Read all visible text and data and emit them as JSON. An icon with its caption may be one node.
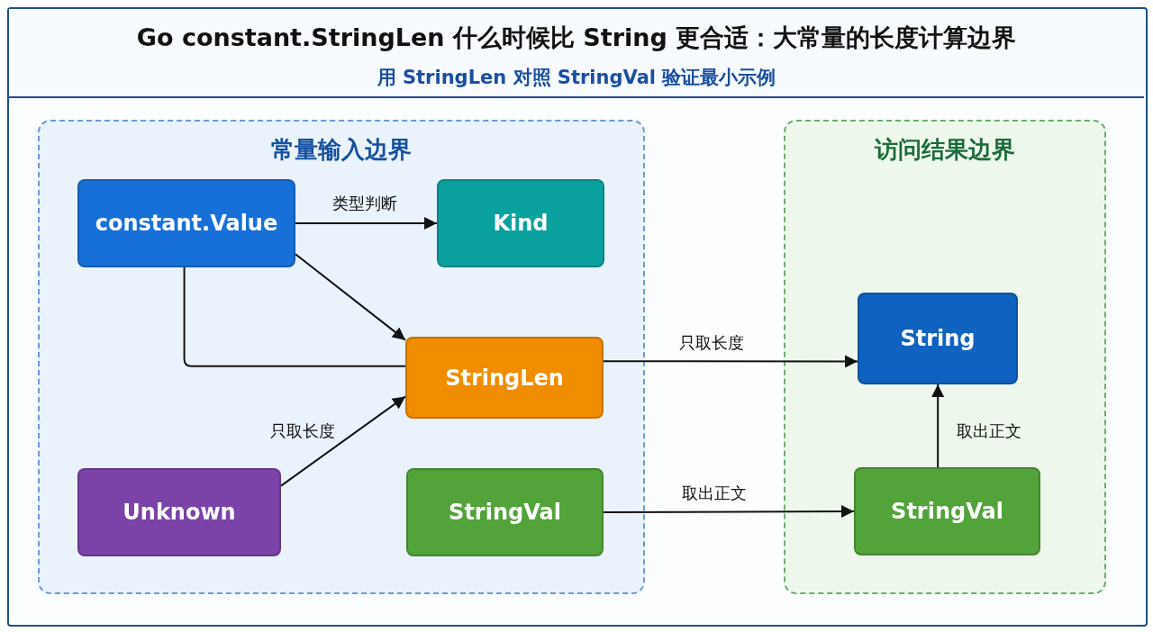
{
  "diagram": {
    "title": "Go constant.StringLen 什么时候比 String 更合适：大常量的长度计算边界",
    "nodes": [
      {
        "text": [
          "常量输入边界"
        ]
      },
      {
        "text": [
          "constant.Value"
        ],
        "in": 0
      },
      {
        "text": [
          "Kind"
        ],
        "in": 0
      },
      {
        "text": [
          "StringLen"
        ],
        "in": 0
      },
      {
        "text": [
          "Unknown"
        ],
        "in": 0
      },
      {
        "text": [
          "StringVal"
        ],
        "in": 0
      },
      {
        "text": [
          "访问结果边界"
        ]
      },
      {
        "text": [
          "String"
        ],
        "in": 6
      },
      {
        "text": [
          "StringVal"
        ],
        "in": 6
      }
    ],
    "edges": [
      {
        "from": 1,
        "to": 2,
        "arrow": "to",
        "label": "类型判断"
      },
      {
        "from": 1,
        "to": 3,
        "arrow": "to"
      },
      {
        "from": 1,
        "to": 3,
        "arrow": "none"
      },
      {
        "from": 4,
        "to": 3,
        "arrow": "to",
        "label": "只取长度"
      },
      {
        "from": 3,
        "to": 7,
        "arrow": "to",
        "label": "只取长度"
      },
      {
        "from": 5,
        "to": 8,
        "arrow": "to",
        "label": "取出正文"
      },
      {
        "from": 8,
        "to": 7,
        "arrow": "to",
        "label": "取出正文"
      }
    ],
    "labels": [
      "用 StringLen 对照 StringVal 验证最小示例"
    ]
  }
}
